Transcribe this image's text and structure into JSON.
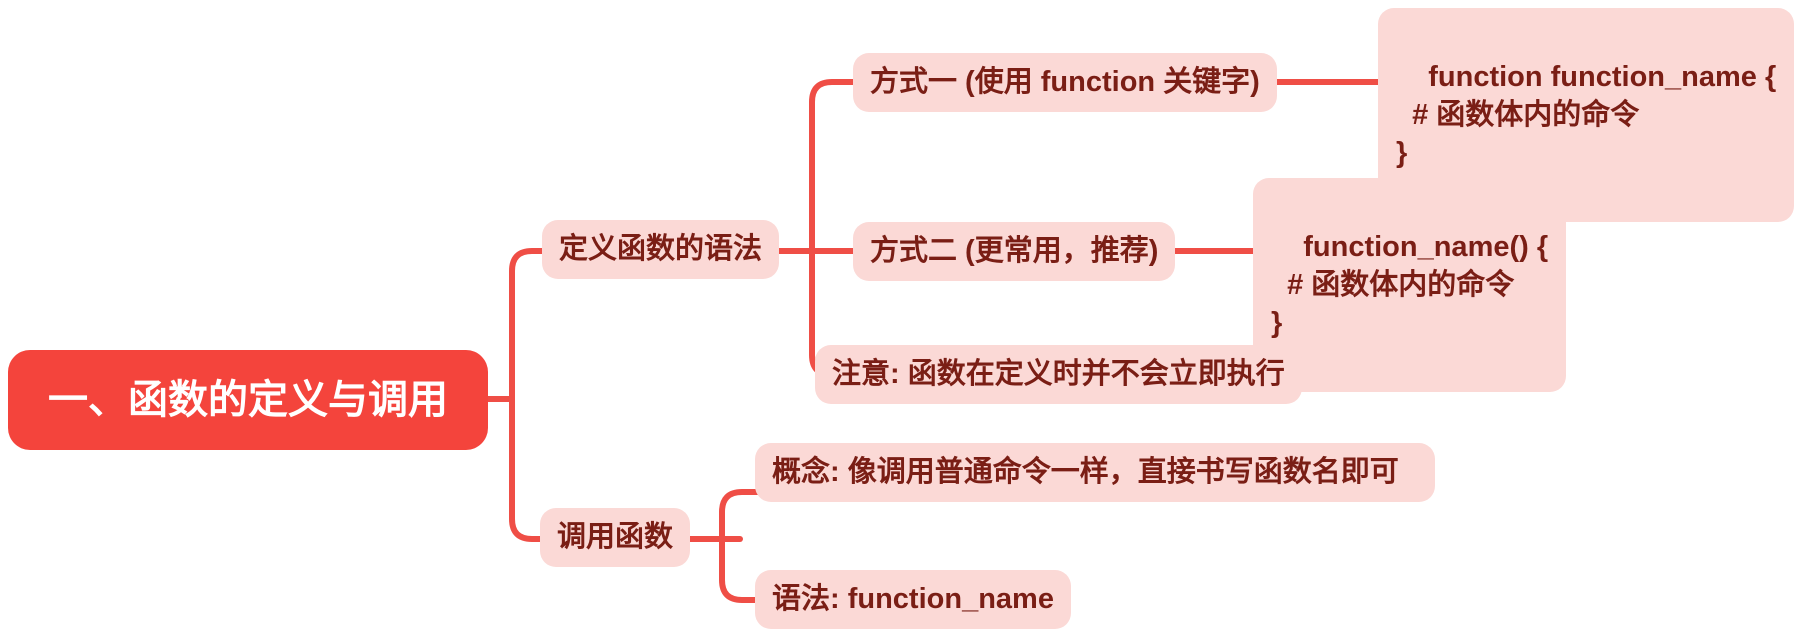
{
  "colors": {
    "canvas_bg": "#FFFFFF",
    "root_bg": "#F4443C",
    "root_text": "#FFFFFF",
    "node_bg": "#FBD9D6",
    "node_text": "#7A1E15",
    "connector": "#EF4E46"
  },
  "mindmap": {
    "root": {
      "label": "一、函数的定义与调用",
      "children": [
        {
          "label": "定义函数的语法",
          "children": [
            {
              "label": "方式一 (使用 function 关键字)",
              "children": [
                {
                  "label": "function function_name {\n  # 函数体内的命令\n}"
                }
              ]
            },
            {
              "label": "方式二 (更常用，推荐)",
              "children": [
                {
                  "label": "function_name() {\n  # 函数体内的命令\n}"
                }
              ]
            },
            {
              "label": "注意: 函数在定义时并不会立即执行"
            }
          ]
        },
        {
          "label": "调用函数",
          "children": [
            {
              "label": "概念: 像调用普通命令一样，直接书写函数名即可"
            },
            {
              "label": "语法: function_name"
            }
          ]
        }
      ]
    }
  }
}
